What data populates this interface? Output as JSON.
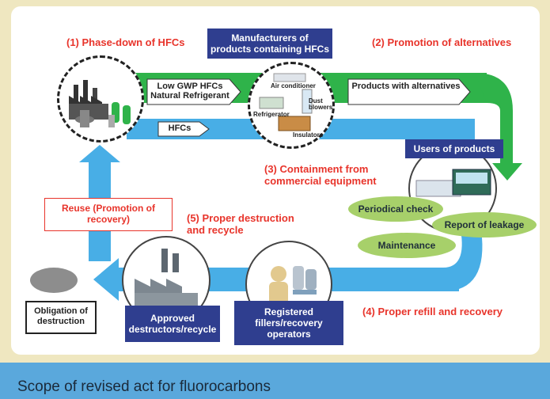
{
  "labels": {
    "phase_down": "(1) Phase-down of HFCs",
    "manufacturers": "Manufacturers of products containing HFCs",
    "promotion_alternatives": "(2) Promotion of alternatives",
    "low_gwp": "Low GWP HFCs Natural Refrigerant",
    "products_alternatives": "Products with alternatives",
    "hfcs": "HFCs",
    "users": "Users of products",
    "containment": "(3) Containment from commercial equipment",
    "periodical_check": "Periodical check",
    "report_leakage": "Report of leakage",
    "maintenance": "Maintenance",
    "reuse": "Reuse (Promotion of recovery)",
    "destruction_recycle": "(5) Proper destruction and recycle",
    "obligation": "Obligation of destruction",
    "approved": "Approved destructors/recycle",
    "registered": "Registered fillers/recovery operators",
    "refill": "(4) Proper refill and recovery",
    "footer": "Scope of revised act for fluorocarbons"
  },
  "product_labels": {
    "air_conditioner": "Air conditioner",
    "dust_blowers": "Dust blowers",
    "refrigerator": "Refrigerator",
    "insulators": "Insulators"
  },
  "colors": {
    "flow_blue": "#48aee6",
    "flow_green": "#2fb34a",
    "navy": "#2f3e8f",
    "red_text": "#e8342b",
    "ellipse_green": "#a7d06a"
  }
}
